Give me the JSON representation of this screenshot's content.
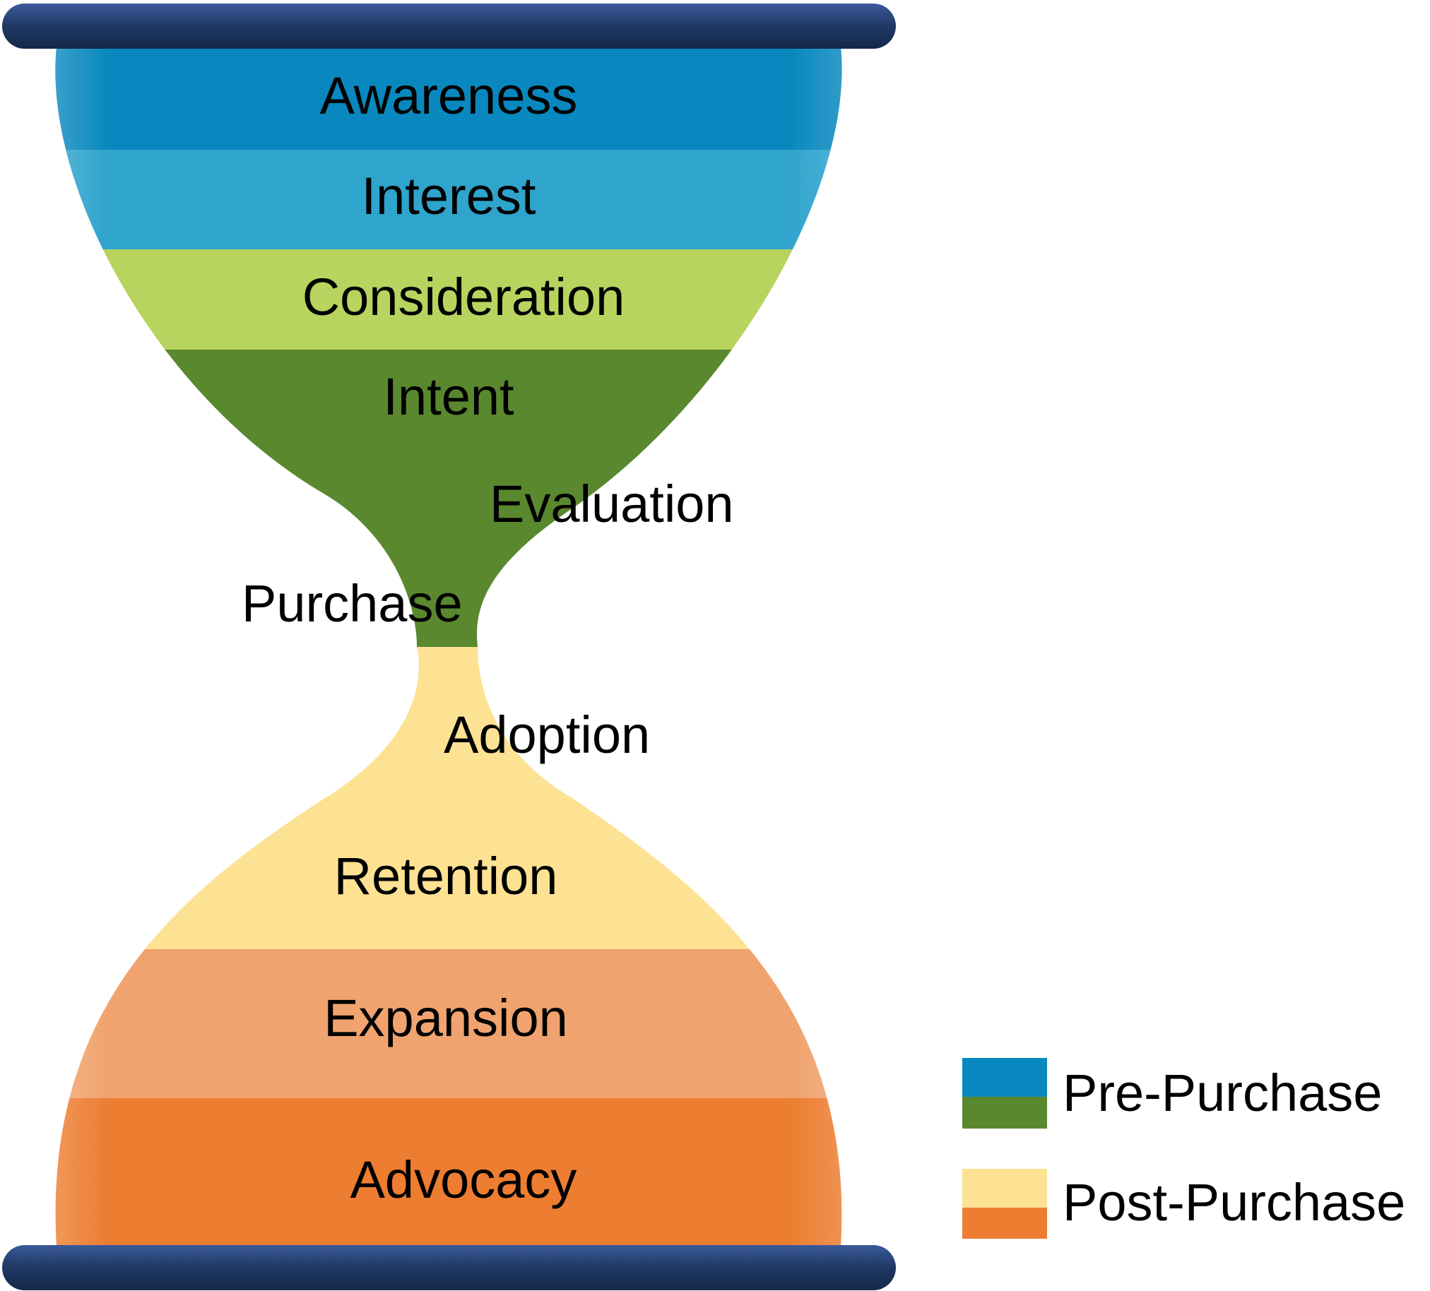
{
  "stages": [
    {
      "label": "Awareness",
      "color": "#0888be",
      "phase": "pre"
    },
    {
      "label": "Interest",
      "color": "#2fa4cd",
      "phase": "pre"
    },
    {
      "label": "Consideration",
      "color": "#b7d45f",
      "phase": "pre"
    },
    {
      "label": "Intent",
      "color": "#5a882e",
      "phase": "pre"
    },
    {
      "label": "Evaluation",
      "color": "#5a882e",
      "phase": "pre"
    },
    {
      "label": "Purchase",
      "color": "#5a882e",
      "phase": "pre"
    },
    {
      "label": "Adoption",
      "color": "#fce292",
      "phase": "post"
    },
    {
      "label": "Retention",
      "color": "#fce292",
      "phase": "post"
    },
    {
      "label": "Expansion",
      "color": "#f0a36e",
      "phase": "post"
    },
    {
      "label": "Advocacy",
      "color": "#ed7d31",
      "phase": "post"
    }
  ],
  "legend": [
    {
      "label": "Pre-Purchase",
      "colors": [
        "#0888be",
        "#5a882e"
      ]
    },
    {
      "label": "Post-Purchase",
      "colors": [
        "#fce292",
        "#ed7d31"
      ]
    }
  ],
  "frame_color": "#1f3864"
}
